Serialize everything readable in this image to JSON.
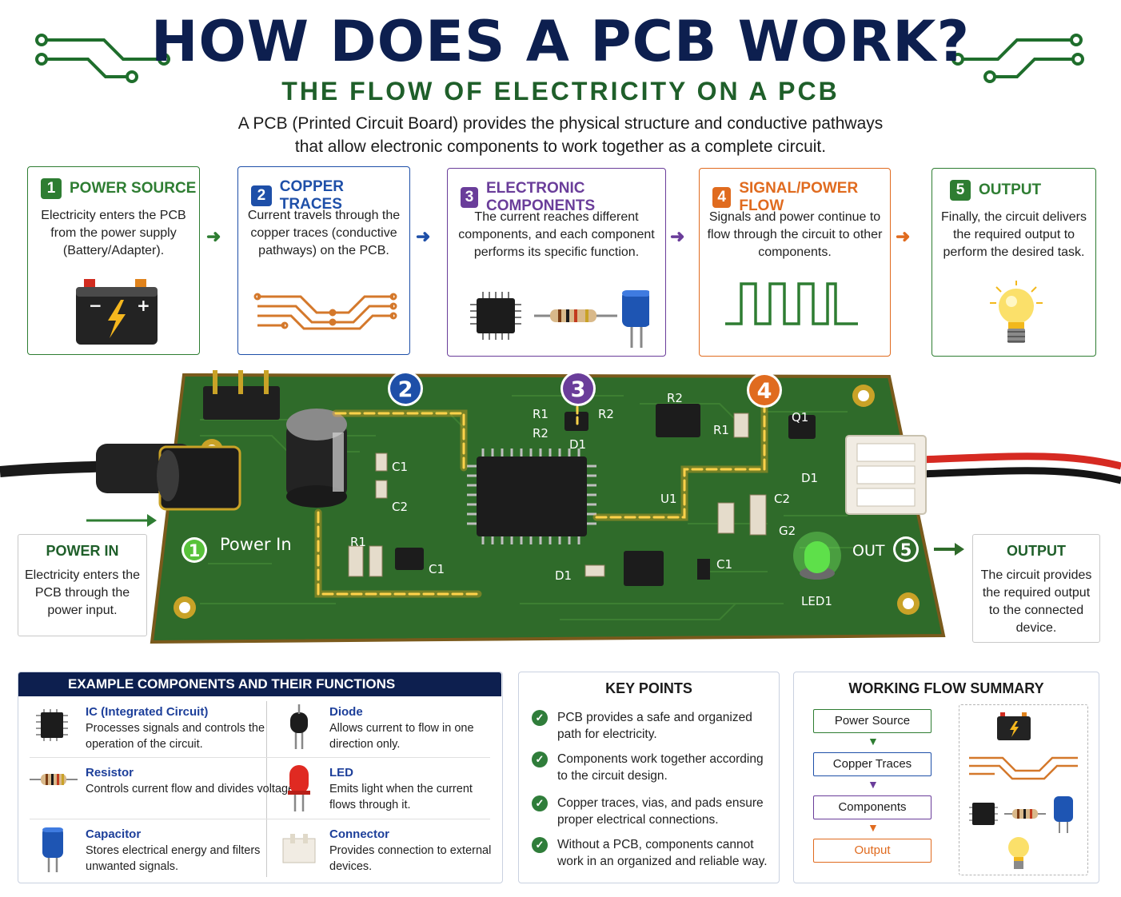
{
  "header": {
    "title": "HOW DOES A PCB WORK?",
    "subtitle": "THE FLOW OF ELECTRICITY ON A PCB",
    "intro_line1": "A PCB (Printed Circuit Board) provides the physical structure and conductive pathways",
    "intro_line2": "that allow electronic components to work together as a complete circuit."
  },
  "steps": [
    {
      "num": "1",
      "title": "POWER SOURCE",
      "text": "Electricity enters the PCB from the power supply (Battery/Adapter).",
      "color": "#2e7d32"
    },
    {
      "num": "2",
      "title": "COPPER TRACES",
      "text": "Current travels through the copper traces (conductive pathways) on the PCB.",
      "color": "#1e4fa8"
    },
    {
      "num": "3",
      "title": "ELECTRONIC COMPONENTS",
      "text": "The current reaches different components, and each component performs its specific function.",
      "color": "#6a3d9a"
    },
    {
      "num": "4",
      "title": "SIGNAL/POWER FLOW",
      "text": "Signals and power continue to flow through the circuit to other components.",
      "color": "#e06b1f"
    },
    {
      "num": "5",
      "title": "OUTPUT",
      "text": "Finally, the circuit delivers the required output to perform the desired task.",
      "color": "#2e7d32"
    }
  ],
  "pcb": {
    "power_in": "Power In",
    "out_label": "OUT",
    "markers": [
      "1",
      "2",
      "3",
      "4",
      "5"
    ],
    "labels": {
      "c1a": "C1",
      "c2a": "C2",
      "r1": "R1",
      "c1b": "C1",
      "r2top": "R2",
      "r1top": "R1",
      "r2b": "R2",
      "d1top": "D1",
      "r1b": "R1",
      "u1": "U1",
      "c2b": "C2",
      "g2": "G2",
      "d1": "D1",
      "c1c": "C1",
      "led1": "LED1",
      "r2c": "R2",
      "d1c": "D1",
      "q1": "Q1"
    }
  },
  "callouts": {
    "power_in": {
      "title": "POWER IN",
      "text": "Electricity enters the PCB through the power input."
    },
    "output": {
      "title": "OUTPUT",
      "text": "The circuit provides the required output to the connected device."
    }
  },
  "components_panel": {
    "title": "EXAMPLE COMPONENTS AND THEIR FUNCTIONS",
    "items": [
      {
        "name": "IC (Integrated Circuit)",
        "desc": "Processes signals and controls the operation of the circuit.",
        "icon": "ic-chip-icon"
      },
      {
        "name": "Diode",
        "desc": "Allows current to flow in one direction only.",
        "icon": "diode-icon"
      },
      {
        "name": "Resistor",
        "desc": "Controls current flow and divides voltage.",
        "icon": "resistor-icon"
      },
      {
        "name": "LED",
        "desc": "Emits light when the current flows through it.",
        "icon": "led-icon"
      },
      {
        "name": "Capacitor",
        "desc": "Stores electrical energy and filters unwanted signals.",
        "icon": "capacitor-icon"
      },
      {
        "name": "Connector",
        "desc": "Provides connection to external devices.",
        "icon": "connector-icon"
      }
    ]
  },
  "key_points": {
    "title": "KEY POINTS",
    "items": [
      "PCB provides a safe and organized path for electricity.",
      "Components work together according to the circuit design.",
      "Copper traces, vias, and pads ensure proper electrical connections.",
      "Without a PCB, components cannot work in an organized and reliable way."
    ]
  },
  "flow_summary": {
    "title": "WORKING FLOW SUMMARY",
    "steps": [
      {
        "label": "Power Source",
        "color": "#2e7d32"
      },
      {
        "label": "Copper Traces",
        "color": "#1e4fa8"
      },
      {
        "label": "Components",
        "color": "#6a3d9a"
      },
      {
        "label": "Output",
        "color": "#e06b1f"
      }
    ]
  },
  "colors": {
    "navy": "#0d1f4f",
    "green": "#2e7d32",
    "blue": "#1e4fa8",
    "purple": "#6a3d9a",
    "orange": "#e06b1f",
    "pcb": "#2f6b2a"
  }
}
